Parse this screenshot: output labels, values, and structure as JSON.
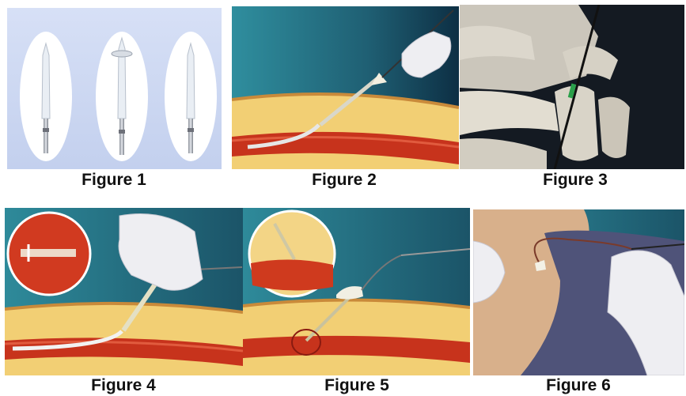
{
  "figures": [
    {
      "caption": "Figure 1"
    },
    {
      "caption": "Figure 2"
    },
    {
      "caption": "Figure 3"
    },
    {
      "caption": "Figure 4"
    },
    {
      "caption": "Figure 5"
    },
    {
      "caption": "Figure 6"
    }
  ],
  "colors": {
    "panel1_bg": "#c9d6f2",
    "sky_teal": "#2e8a9a",
    "fat_yellow": "#f3d27a",
    "vessel_red": "#c8331c",
    "glove_white": "#f1f1f4",
    "skin": "#d9b48f",
    "drape": "#4f5379"
  }
}
